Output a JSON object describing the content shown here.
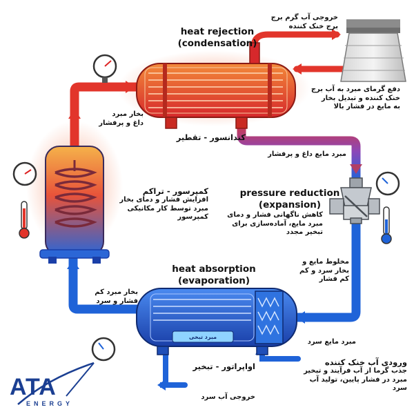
{
  "labels": {
    "heat_rejection": "heat rejection",
    "condensation": "(condensation)",
    "pressure_reduction": "pressure reduction",
    "expansion": "(expansion)",
    "heat_absorption": "heat absorption",
    "evaporation": "(evaporation)",
    "hot_water_out_l1": "خروجی آب گرم برج",
    "hot_water_out_l2": "برج خنک کننده",
    "tower_note_l1": "دفع گرمای مبرد به آب برج",
    "tower_note_l2": "خنک کننده و تبدیل بخار",
    "tower_note_l3": "به مایع در فشار بالا",
    "hot_vapor_l1": "بخار مبرد",
    "hot_vapor_l2": "داغ و پرفشار",
    "condenser_title": "کندانسور - تقطیر",
    "hot_liquid": "مبرد مایع داغ و پرفشار",
    "compressor_title": "کمپرسور - تراکم",
    "compressor_l1": "افزایش فشار و دمای بخار",
    "compressor_l2": "مبرد توسط کار مکانیکی",
    "compressor_l3": "کمپرسور",
    "expansion_l1": "کاهش ناگهانی فشار و دمای",
    "expansion_l2": "مبرد مایع، آماده‌سازی برای",
    "expansion_l3": "تبخیر مجدد",
    "mix_l1": "مخلوط مایع و",
    "mix_l2": "بخار سرد و کم",
    "mix_l3": "کم فشار",
    "cold_vapor_l1": "بخار مبرد کم",
    "cold_vapor_l2": "فشار و سرد",
    "cold_liquid": "مبرد مایع سرد",
    "evaporator_title": "اواپراتور - تبخیر",
    "cold_refrigerant": "مبرد تبخی",
    "chilled_in_title": "ورودی آب خنک کننده",
    "chilled_l1": "جذب گرما از آب فرآیند و تبخیر",
    "chilled_l2": "مبرد در فشار پایین، تولید آب",
    "chilled_l3": "سرد",
    "cold_water_out": "خروجی آب سرد",
    "logo": "ATA",
    "logo_sub": "ENERGY"
  },
  "colors": {
    "hot": "#e2352b",
    "warm": "#f08a2c",
    "cold": "#1f63d8",
    "deep": "#1a3fa8",
    "logo": "#1b3f92"
  },
  "icons": [
    "pressure-gauge-icon",
    "thermometer-icon",
    "cooling-tower-icon",
    "expansion-valve-icon",
    "heat-exchanger-icon"
  ]
}
